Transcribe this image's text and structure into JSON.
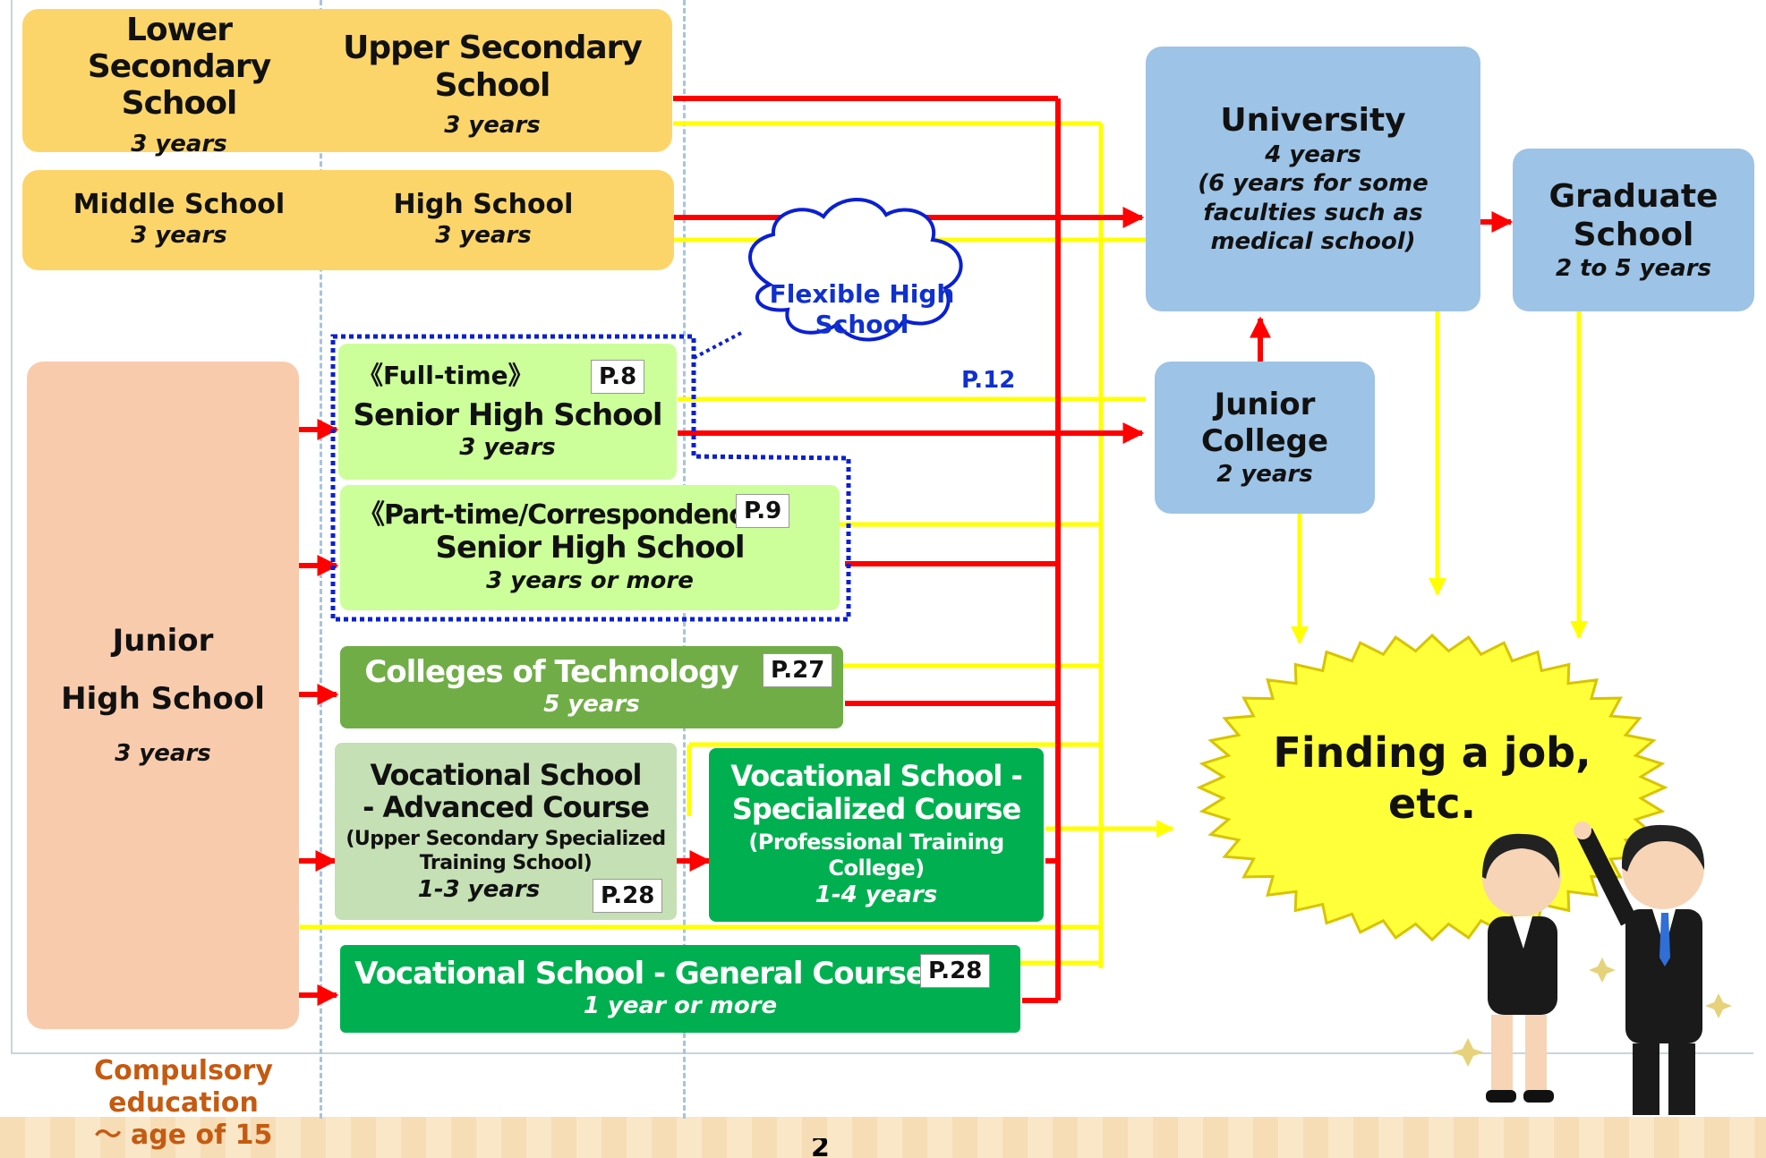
{
  "header": {
    "lower_secondary": "Lower Secondary School",
    "lower_secondary_years": "3 years",
    "upper_secondary": "Upper Secondary School",
    "upper_secondary_years": "3 years",
    "middle_school": "Middle School",
    "middle_school_years": "3 years",
    "high_school": "High School",
    "high_school_years": "3 years"
  },
  "university": {
    "title": "University",
    "years": "4 years",
    "note": "(6 years for some faculties such as medical school)"
  },
  "graduate": {
    "title": "Graduate School",
    "years": "2 to 5 years"
  },
  "junior_college": {
    "title": "Junior College",
    "years": "2 years"
  },
  "junior_high": {
    "title_line1": "Junior",
    "title_line2": "High School",
    "years": "3 years"
  },
  "flexible": {
    "title": "Flexible High School",
    "page": "P.12"
  },
  "fulltime": {
    "mode": "《Full-time》",
    "title": "Senior High School",
    "years": "3 years",
    "page": "P.8"
  },
  "parttime": {
    "mode": "《Part-time/Correspondence》",
    "title": "Senior High School",
    "years": "3 years or more",
    "page": "P.9"
  },
  "tech": {
    "title": "Colleges of Technology",
    "years": "5 years",
    "page": "P.27"
  },
  "voc_adv": {
    "title": "Vocational School - Advanced Course",
    "sub": "(Upper Secondary Specialized Training School)",
    "years": "1-3 years",
    "page": "P.28"
  },
  "voc_spec": {
    "title": "Vocational School - Specialized Course",
    "sub": "(Professional Training College)",
    "years": "1-4 years"
  },
  "voc_gen": {
    "title": "Vocational School - General Course",
    "years": "1 year or more",
    "page": "P.28"
  },
  "job": {
    "title": "Finding a job, etc."
  },
  "compulsory": {
    "line1": "Compulsory",
    "line2": "education",
    "line3": "～ age of 15"
  },
  "page_number": "2",
  "colors": {
    "red": "#ff0000",
    "yellow": "#ffff00",
    "blue_box": "#9dc3e6",
    "orange_box": "#fcd56a"
  }
}
